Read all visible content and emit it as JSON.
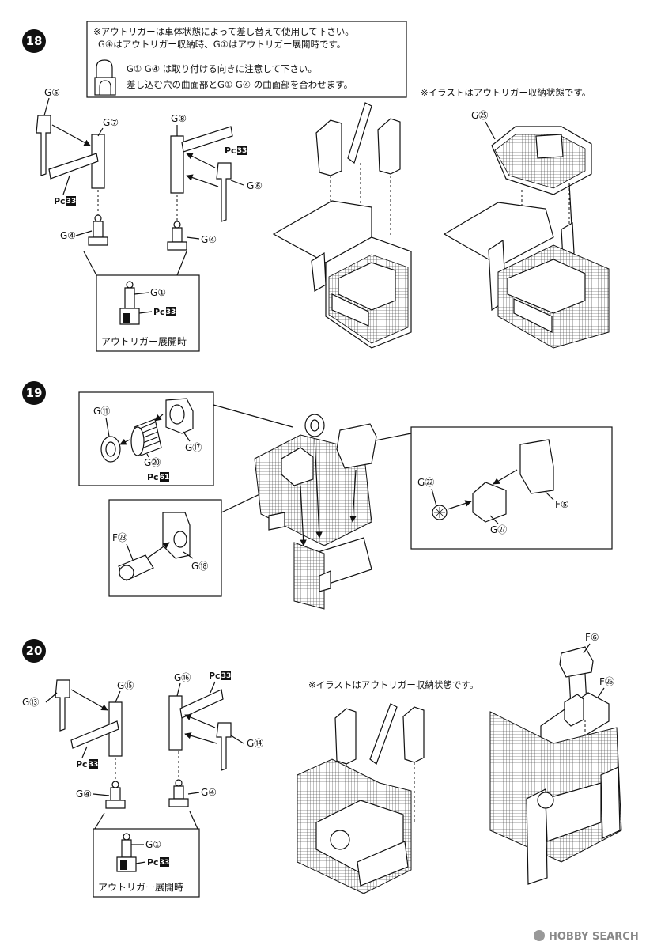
{
  "steps": [
    {
      "number": "18",
      "notes": [
        "※アウトリガーは車体状態によって差し替えて使用して下さい。",
        "G④はアウトリガー収納時、G①はアウトリガー展開時です。",
        "G① G④ は取り付ける向きに注意して下さい。",
        "差し込む穴の曲面部とG① G④ の曲面部を合わせます。"
      ],
      "caption": "※イラストはアウトリガー収納状態です。",
      "labels": [
        "G⑤",
        "G⑦",
        "G⑧",
        "G⑥",
        "G④",
        "G④",
        "G①",
        "G㉕"
      ],
      "pc": [
        "Pc",
        "33",
        "Pc",
        "33",
        "Pc",
        "33"
      ],
      "inset_caption": "アウトリガー展開時"
    },
    {
      "number": "19",
      "labels": [
        "G⑪",
        "G⑳",
        "G⑰",
        "F㉓",
        "G⑱",
        "G㉒",
        "F⑤",
        "G㉗"
      ],
      "pc": [
        "Pc",
        "61"
      ]
    },
    {
      "number": "20",
      "caption": "※イラストはアウトリガー収納状態です。",
      "labels": [
        "G⑬",
        "G⑮",
        "G⑯",
        "G⑭",
        "G④",
        "G④",
        "G①",
        "F⑥",
        "F㉖"
      ],
      "pc": [
        "Pc",
        "33",
        "Pc",
        "33",
        "Pc",
        "33"
      ],
      "inset_caption": "アウトリガー展開時"
    }
  ],
  "watermark": "HOBBY SEARCH"
}
